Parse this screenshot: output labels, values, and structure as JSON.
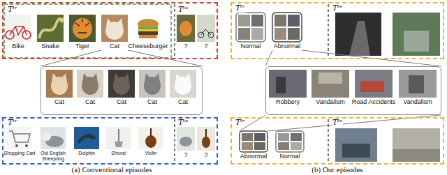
{
  "diagram": {
    "nodes": [
      {
        "text": [
          "Tᵗʳ",
          "Tᵗᵉ"
        ]
      },
      {
        "text": [
          "Bike"
        ],
        "in": 0
      },
      {
        "text": [
          "Snake"
        ],
        "in": 0
      },
      {
        "text": [
          "Tiger"
        ],
        "in": 0
      },
      {
        "text": [
          "Cat"
        ],
        "in": 0
      },
      {
        "text": [
          "Cheeseburger"
        ],
        "in": 0
      },
      {
        "text": [
          "?"
        ],
        "in": 0
      },
      {
        "text": [
          "?"
        ],
        "in": 0
      },
      {
        "text": []
      },
      {
        "text": [
          "Cat"
        ],
        "in": 8
      },
      {
        "text": [
          "Cat"
        ],
        "in": 8
      },
      {
        "text": [
          "Cat"
        ],
        "in": 8
      },
      {
        "text": [
          "Cat"
        ],
        "in": 8
      },
      {
        "text": [
          "Cat"
        ],
        "in": 8
      },
      {
        "text": [
          "Tᵗʳ",
          "Tᵗᵉ"
        ]
      },
      {
        "text": [
          "Shopping Cart"
        ],
        "in": 14
      },
      {
        "text": [
          "Old English Sheepdog"
        ],
        "in": 14
      },
      {
        "text": [
          "Dolphin"
        ],
        "in": 14
      },
      {
        "text": [
          "Shovel"
        ],
        "in": 14
      },
      {
        "text": [
          "Violin"
        ],
        "in": 14
      },
      {
        "text": [
          "?"
        ],
        "in": 14
      },
      {
        "text": [
          "?"
        ],
        "in": 14
      },
      {
        "text": [
          "Tᵗʳ",
          "Tᵗᵉ"
        ]
      },
      {
        "text": [
          "Normal"
        ],
        "in": 22
      },
      {
        "text": [
          "Abnormal"
        ],
        "in": 22
      },
      {
        "text": []
      },
      {
        "text": [
          "Robbery"
        ],
        "in": 25
      },
      {
        "text": [
          "Vandalism"
        ],
        "in": 25
      },
      {
        "text": [
          "Road Accidents"
        ],
        "in": 25
      },
      {
        "text": [
          "Vandalism"
        ],
        "in": 25
      },
      {
        "text": [
          "Tᵗʳ",
          "Tᵗᵉ"
        ]
      },
      {
        "text": [
          "Abnormal"
        ],
        "in": 30
      },
      {
        "text": [
          "Normal"
        ],
        "in": 30
      }
    ],
    "edges": [
      {
        "from": 4,
        "to": 8,
        "arrow": "none"
      },
      {
        "from": 24,
        "to": 25,
        "arrow": "none"
      },
      {
        "from": 25,
        "to": 31,
        "arrow": "none"
      }
    ],
    "labels": [
      "(a) Conventional episodes",
      "(b) Our episodes"
    ]
  }
}
